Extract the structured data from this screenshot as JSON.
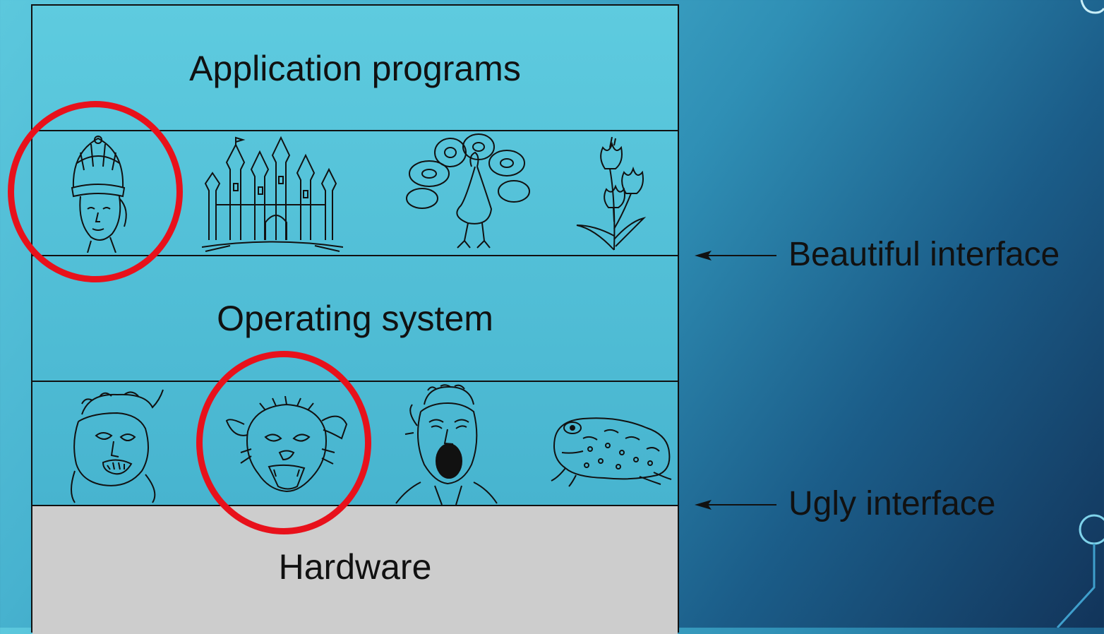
{
  "layers": {
    "application": "Application programs",
    "operating_system": "Operating system",
    "hardware": "Hardware"
  },
  "interfaces": {
    "beautiful": "Beautiful interface",
    "ugly": "Ugly interface"
  },
  "beautiful_icons": [
    "queen-icon",
    "castle-icon",
    "peacock-icon",
    "flower-icon"
  ],
  "ugly_icons": [
    "ugly-face-icon",
    "dog-icon",
    "screaming-man-icon",
    "toad-icon"
  ],
  "colors": {
    "highlight_ring": "#e8111b",
    "layer_fill": "#55c0d8",
    "hardware_fill": "#cdcdcd"
  }
}
